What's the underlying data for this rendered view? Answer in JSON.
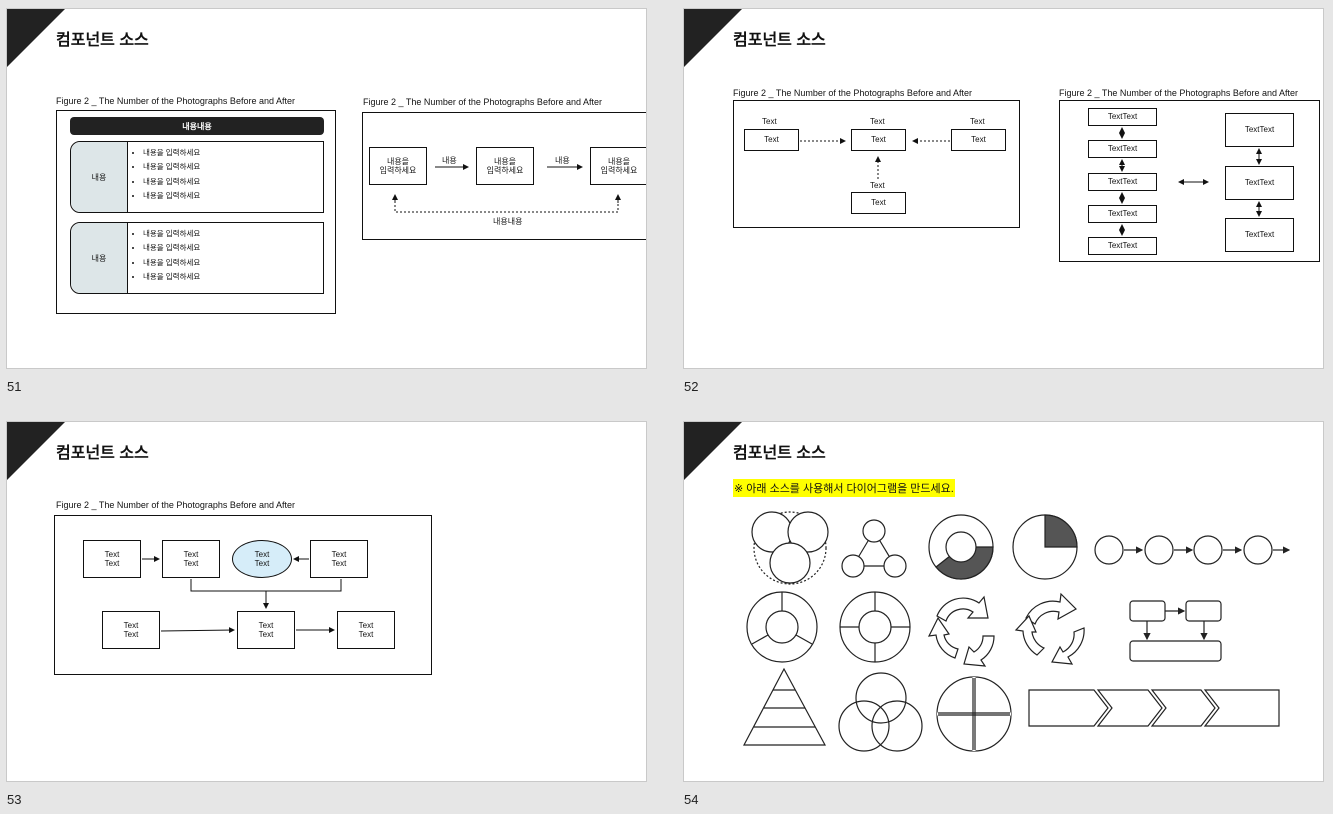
{
  "slides": [
    {
      "number": "51",
      "title": "컴포넌트 소스",
      "fig_left": "Figure 2 _ The Number of the Photographs Before and After",
      "fig_right": "Figure 2 _ The Number of the Photographs Before and After",
      "header_pill": "내용내용",
      "groups": [
        {
          "label": "내용",
          "items": [
            "내용을 입력하세요",
            "내용을 입력하세요",
            "내용을 입력하세요",
            "내용을 입력하세요"
          ]
        },
        {
          "label": "내용",
          "items": [
            "내용을 입력하세요",
            "내용을 입력하세요",
            "내용을 입력하세요",
            "내용을 입력하세요"
          ]
        }
      ],
      "flow_boxes": [
        "내용을\n입력하세요",
        "내용을\n입력하세요",
        "내용을\n입력하세요"
      ],
      "flow_arrow_labels": [
        "내용",
        "내용"
      ],
      "flow_bottom_label": "내용내용"
    },
    {
      "number": "52",
      "title": "컴포넌트 소스",
      "fig_left": "Figure 2 _ The Number of the Photographs Before and After",
      "fig_right": "Figure 2 _ The Number of the Photographs Before and After",
      "left_box_text": "Text",
      "left_label_text": "Text",
      "right_box_text": "TextText"
    },
    {
      "number": "53",
      "title": "컴포넌트 소스",
      "fig": "Figure 2 _ The Number of the Photographs Before and After",
      "box_text": "Text\nText"
    },
    {
      "number": "54",
      "title": "컴포넌트 소스",
      "note": "※ 아래 소스를 사용해서 다이어그램을 만드세요."
    }
  ]
}
